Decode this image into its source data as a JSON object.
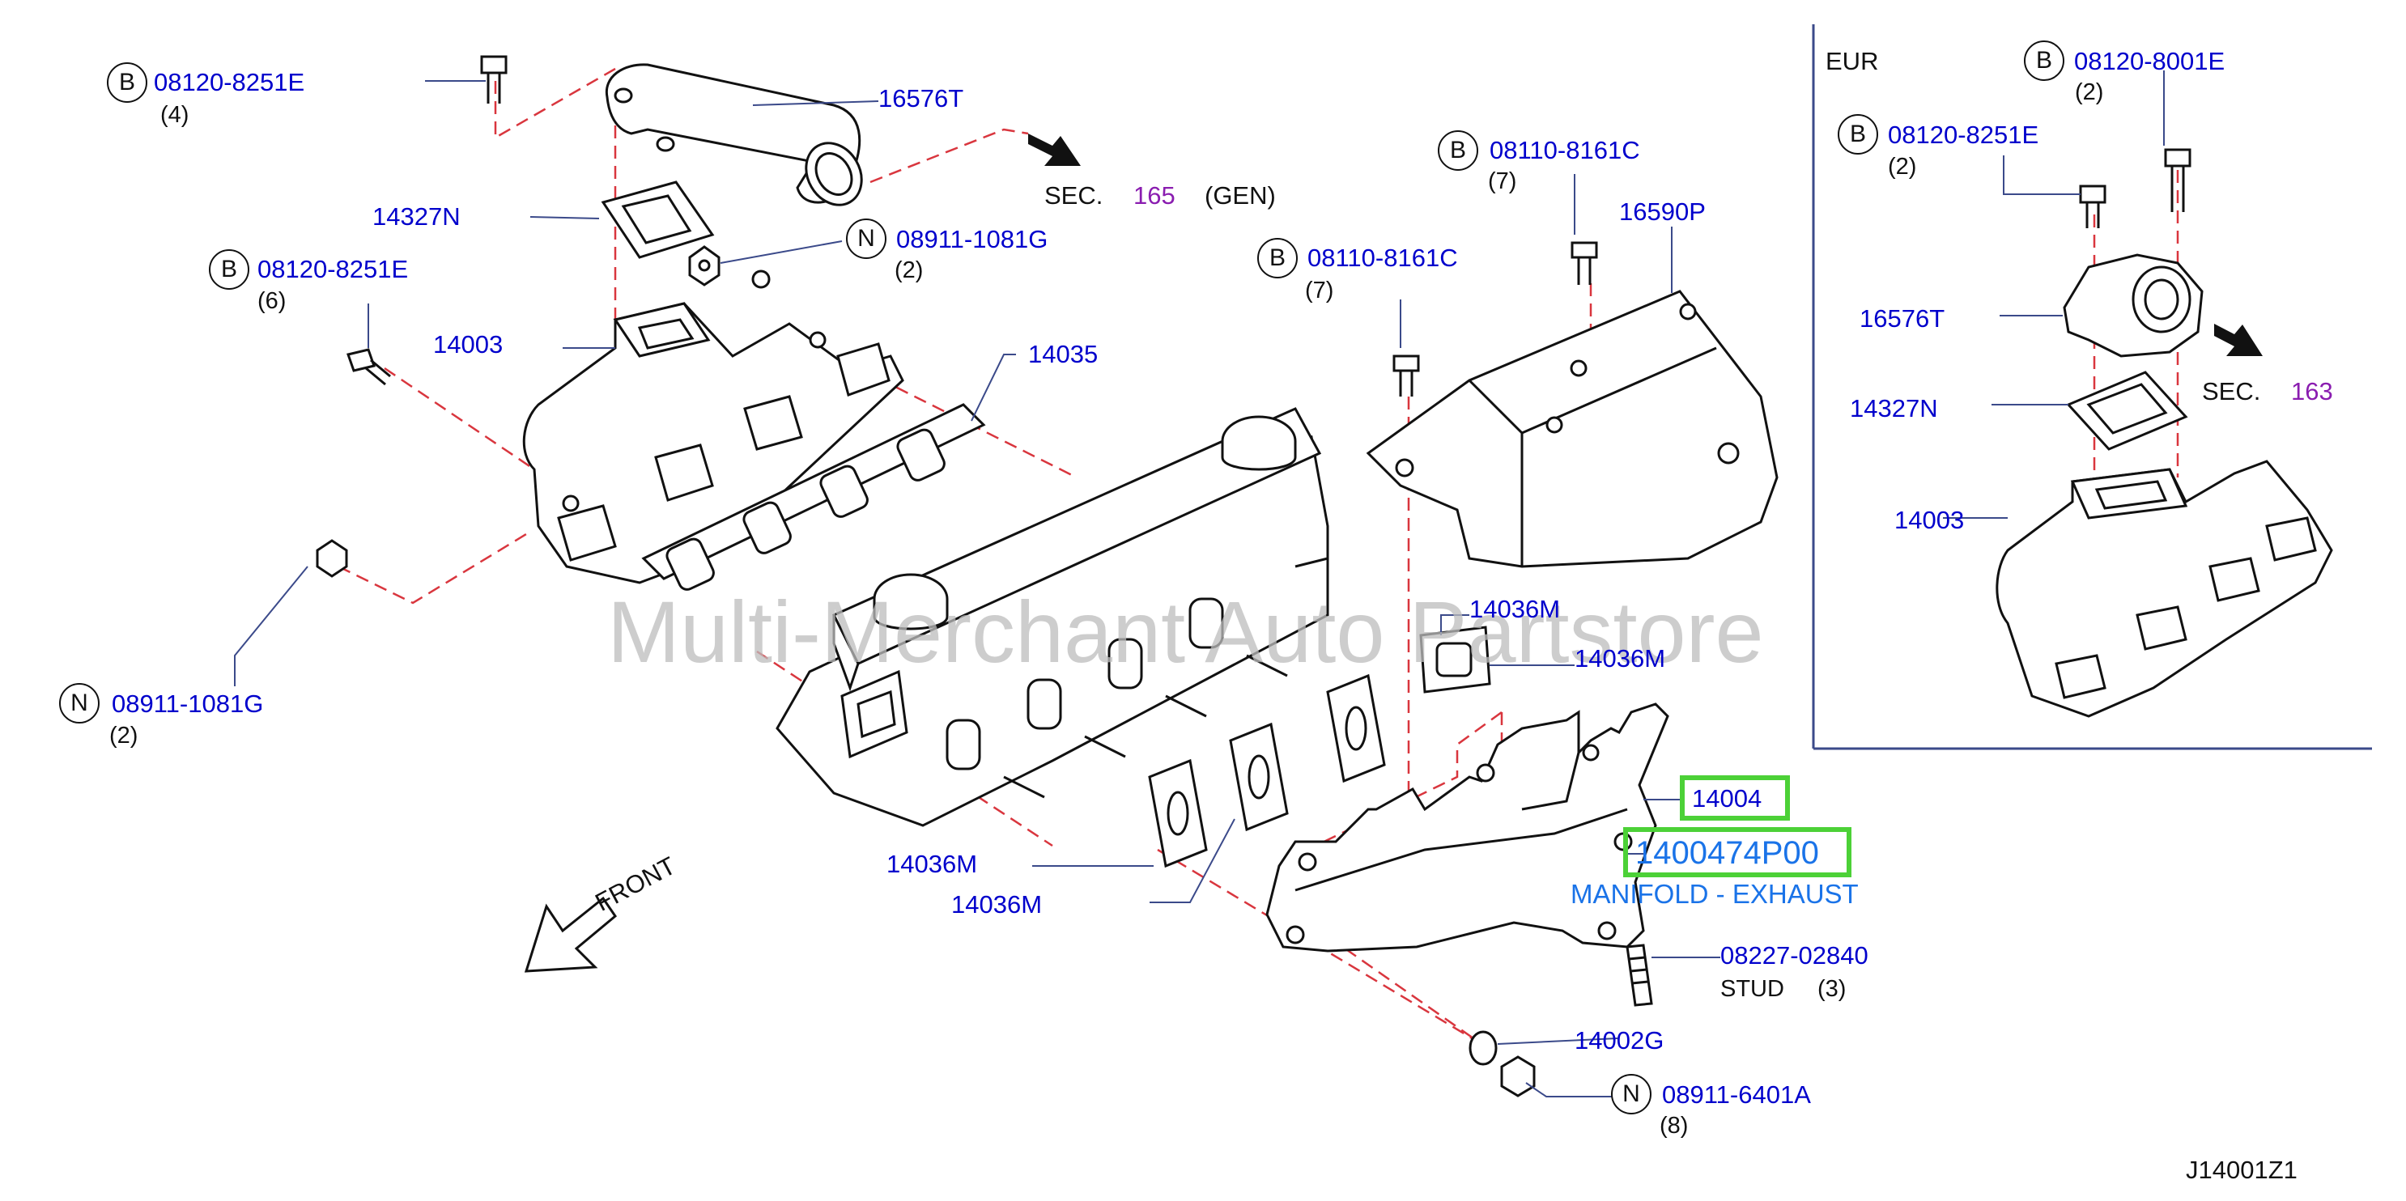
{
  "watermark": "Multi-Merchant Auto Partstore",
  "diagram_code": "J14001Z1",
  "front_label": "FRONT",
  "inset": {
    "region_label": "EUR",
    "sec_prefix": "SEC.",
    "sec_number": "163"
  },
  "sec_main": {
    "prefix": "SEC.",
    "number": "165",
    "suffix": "(GEN)"
  },
  "highlight": {
    "part_number": "1400474P00",
    "description": "MANIFOLD - EXHAUST"
  },
  "stud_label": "STUD",
  "callout_letters": {
    "b": "B",
    "n": "N"
  },
  "parts": {
    "p1": {
      "number": "08120-8251E",
      "qty": "(4)"
    },
    "p2": {
      "number": "16576T"
    },
    "p3": {
      "number": "14327N"
    },
    "p4": {
      "number": "08911-1081G",
      "qty": "(2)"
    },
    "p5": {
      "number": "08120-8251E",
      "qty": "(6)"
    },
    "p6": {
      "number": "14003"
    },
    "p7": {
      "number": "14035"
    },
    "p8": {
      "number": "08911-1081G",
      "qty": "(2)"
    },
    "p9": {
      "number": "08110-8161C",
      "qty": "(7)"
    },
    "p10": {
      "number": "16590P"
    },
    "p11": {
      "number": "08110-8161C",
      "qty": "(7)"
    },
    "p12": {
      "number": "14036M"
    },
    "p13": {
      "number": "14036M"
    },
    "p14": {
      "number": "14004"
    },
    "p15": {
      "number": "14036M"
    },
    "p16": {
      "number": "14036M"
    },
    "p17": {
      "number": "08227-02840",
      "qty": "(3)"
    },
    "p18": {
      "number": "14002G"
    },
    "p19": {
      "number": "08911-6401A",
      "qty": "(8)"
    },
    "p20": {
      "number": "08120-8001E",
      "qty": "(2)"
    },
    "p21": {
      "number": "08120-8251E",
      "qty": "(2)"
    },
    "p22": {
      "number": "16576T"
    },
    "p23": {
      "number": "14327N"
    },
    "p24": {
      "number": "14003"
    }
  }
}
